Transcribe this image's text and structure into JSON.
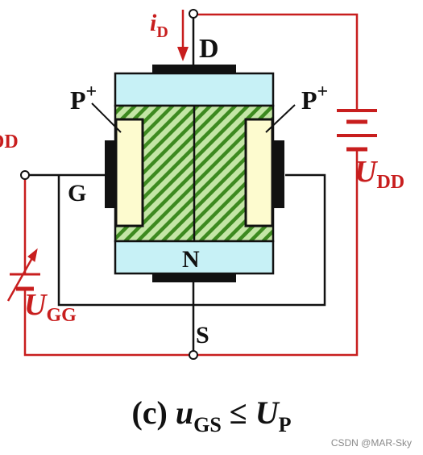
{
  "labels": {
    "drain": "D",
    "gate": "G",
    "source": "S",
    "channel": "N",
    "p_plus_left": "P",
    "p_plus_right": "P",
    "plus_sign": "+",
    "current_main": "i",
    "current_sub": "D",
    "udd_main": "U",
    "udd_sub": "DD",
    "ugg_main": "U",
    "ugg_sub": "GG",
    "cut_text": "DD"
  },
  "caption": {
    "prefix": "(c) ",
    "u_main": "u",
    "u_sub": "GS",
    "op": " ≤ ",
    "U_main": "U",
    "U_sub": "P"
  },
  "watermark": "CSDN @MAR-Sky",
  "colors": {
    "circuit_red": "#c81e1e",
    "wire_black": "#111111",
    "substrate_cyan": "#c7f1f6",
    "hatch_green": "#3d8a20",
    "hatch_bg": "#c4e6a6",
    "gate_cream": "#fdfbcf"
  }
}
